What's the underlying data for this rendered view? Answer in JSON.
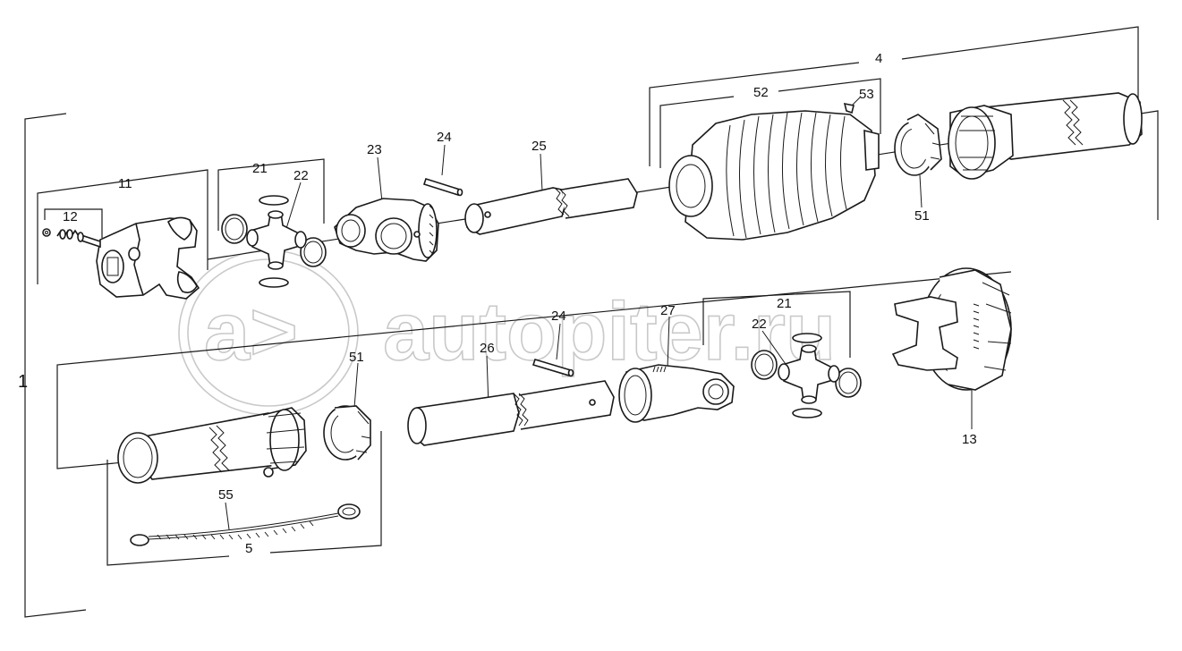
{
  "watermark": {
    "logo": "a>",
    "text": "autopiter.ru"
  },
  "callouts": {
    "assembly": "1",
    "yoke_assembly_11": "11",
    "pin_set_12": "12",
    "cross_kit_21_top": "21",
    "cross_22_top": "22",
    "inner_yoke_23": "23",
    "pin_24_top": "24",
    "profile_tube_25": "25",
    "guard_4": "4",
    "guard_cone_52": "52",
    "screw_53": "53",
    "bearing_ring_51_top": "51",
    "cross_kit_21_bottom": "21",
    "cross_22_bottom": "22",
    "pin_24_bottom": "24",
    "inner_yoke_27": "27",
    "profile_tube_26": "26",
    "bearing_ring_51_bottom": "51",
    "yoke_assembly_13": "13",
    "chain_55": "55",
    "guard_5": "5"
  }
}
